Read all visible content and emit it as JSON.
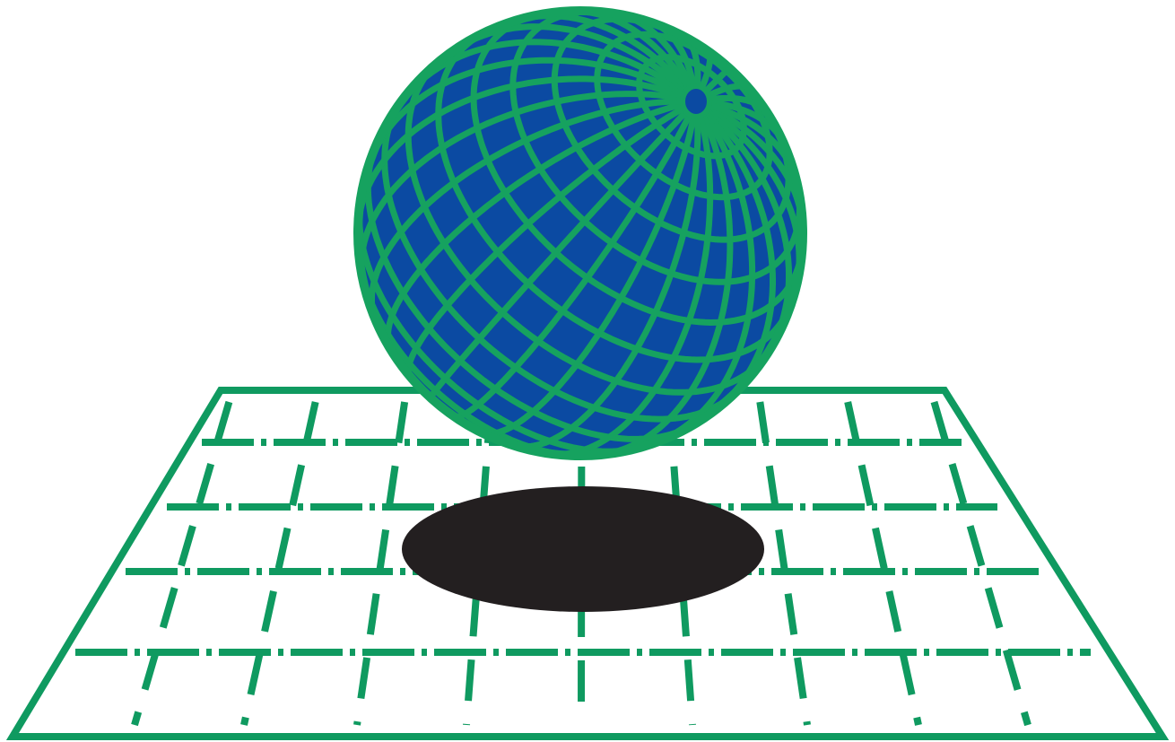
{
  "colors": {
    "background": "#ffffff",
    "grid_line": "#0f9a60",
    "sphere_fill": "#0b4aa2",
    "sphere_line": "#16a25f",
    "shadow": "#231f20"
  },
  "elements": {
    "sphere": "globe-sphere",
    "floor": "grid-floor",
    "shadow": "shadow-ellipse"
  }
}
